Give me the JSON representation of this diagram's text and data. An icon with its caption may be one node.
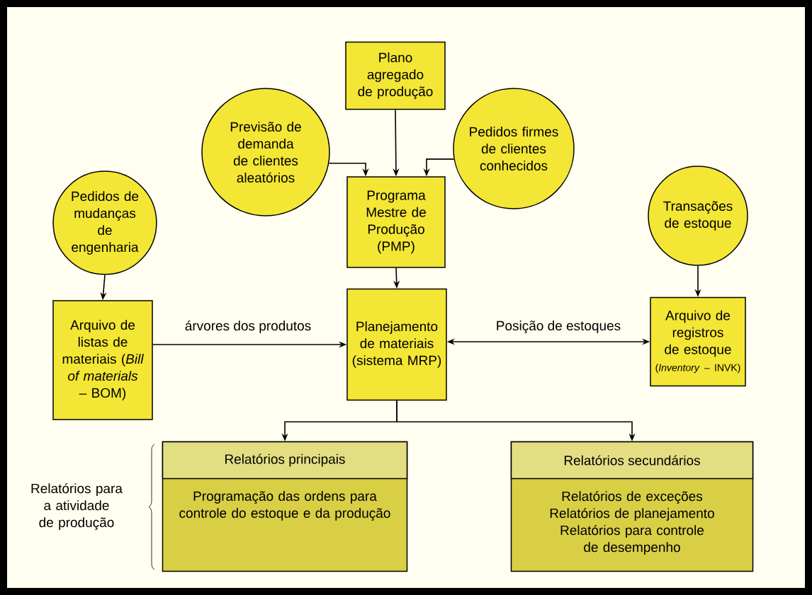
{
  "diagram": {
    "nodes": [
      {
        "text": [
          "Plano agregado de produção"
        ]
      },
      {
        "text": [
          "Previsão de demanda de clientes aleatórios"
        ]
      },
      {
        "text": [
          "Pedidos firmes de clientes conhecidos"
        ]
      },
      {
        "text": [
          "Programa Mestre de Produção (PMP)"
        ]
      },
      {
        "text": [
          "Pedidos de mudanças de engenharia"
        ]
      },
      {
        "text": [
          "Transações de estoque"
        ]
      },
      {
        "text": [
          "Arquivo de listas de materiais (*Bill of materials* – BOM)"
        ]
      },
      {
        "text": [
          "Planejamento de materiais (sistema MRP)"
        ]
      },
      {
        "text": [
          "Arquivo de registros de estoque",
          "(*Inventory* – INVK)"
        ]
      },
      {
        "text": [
          "Relatórios principais",
          "Programação das ordens para controle do estoque e da produção"
        ]
      },
      {
        "text": [
          "Relatórios secundários",
          "Relatórios de exceções",
          "Relatórios de planejamento",
          "Relatórios para controle de desempenho"
        ]
      }
    ],
    "edges": [
      {
        "from": 1,
        "to": 3,
        "arrow": "to"
      },
      {
        "from": 0,
        "to": 3,
        "arrow": "to"
      },
      {
        "from": 2,
        "to": 3,
        "arrow": "to"
      },
      {
        "from": 3,
        "to": 7,
        "arrow": "to"
      },
      {
        "from": 4,
        "to": 6,
        "arrow": "to"
      },
      {
        "from": 5,
        "to": 8,
        "arrow": "to"
      },
      {
        "from": 6,
        "to": 7,
        "arrow": "to",
        "label": "árvores dos produtos"
      },
      {
        "from": 7,
        "to": 8,
        "arrow": "both",
        "label": "Posição de estoques"
      },
      {
        "from": 7,
        "to": 9,
        "arrow": "to"
      },
      {
        "from": 7,
        "to": 10,
        "arrow": "to"
      }
    ],
    "labels": [
      "Relatórios para a atividade de produção"
    ]
  }
}
